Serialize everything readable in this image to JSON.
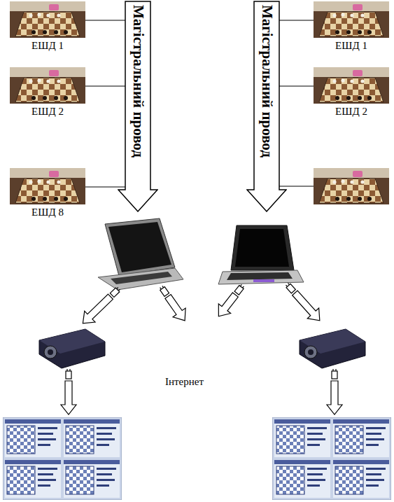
{
  "diagram": {
    "nodes": [
      {
        "text": [
          "ЕШД 1"
        ]
      },
      {
        "text": [
          "ЕШД 2"
        ]
      },
      {
        "text": [
          "ЕШД 8"
        ]
      },
      {
        "text": [
          "Магістральний провод"
        ]
      },
      {
        "text": [
          "Магістральний провод"
        ]
      },
      {
        "text": [
          "ЕШД 1"
        ]
      },
      {
        "text": [
          "ЕШД 2"
        ]
      }
    ],
    "edges": [
      {
        "from": 0,
        "to": 3,
        "arrow": "none"
      },
      {
        "from": 1,
        "to": 3,
        "arrow": "none"
      },
      {
        "from": 2,
        "to": 3,
        "arrow": "none"
      },
      {
        "from": 5,
        "to": 4,
        "arrow": "none"
      },
      {
        "from": 6,
        "to": 4,
        "arrow": "none"
      }
    ],
    "labels": [
      "Інтернет"
    ]
  }
}
